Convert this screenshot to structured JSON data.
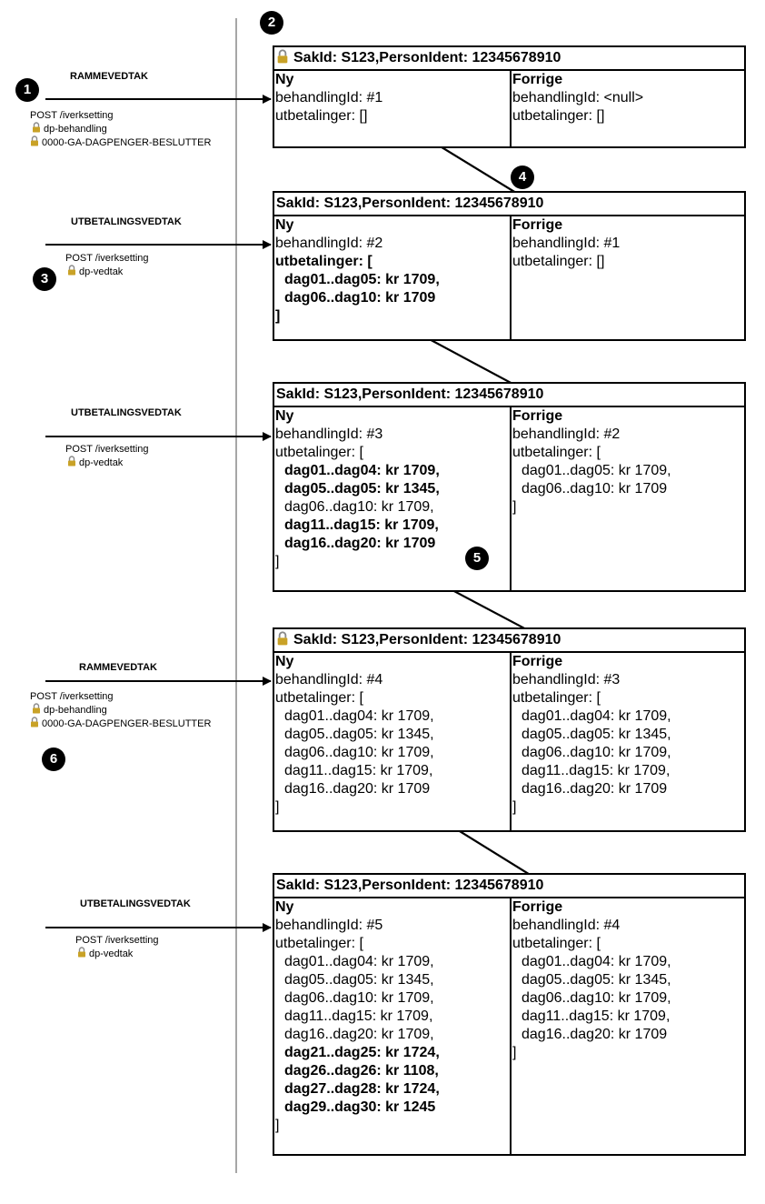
{
  "badges": [
    "1",
    "2",
    "3",
    "4",
    "5",
    "6"
  ],
  "colors": {
    "line": "#000000",
    "lock_body": "#c9a227",
    "lock_shackle": "#8a8a8a"
  },
  "icons": {
    "lock": "padlock-icon"
  },
  "events": [
    {
      "title": "RAMMEVEDTAK",
      "post": "POST /iverksetting",
      "roles": [
        "dp-behandling",
        "0000-GA-DAGPENGER-BESLUTTER"
      ]
    },
    {
      "title": "UTBETALINGSVEDTAK",
      "post": "POST /iverksetting",
      "roles": [
        "dp-vedtak"
      ]
    },
    {
      "title": "UTBETALINGSVEDTAK",
      "post": "POST /iverksetting",
      "roles": [
        "dp-vedtak"
      ]
    },
    {
      "title": "RAMMEVEDTAK",
      "post": "POST /iverksetting",
      "roles": [
        "dp-behandling",
        "0000-GA-DAGPENGER-BESLUTTER"
      ]
    },
    {
      "title": "UTBETALINGSVEDTAK",
      "post": "POST /iverksetting",
      "roles": [
        "dp-vedtak"
      ]
    }
  ],
  "boxes": [
    {
      "locked": true,
      "header": "SakId: S123,PersonIdent: 12345678910",
      "ny": {
        "title": "Ny",
        "lines": [
          {
            "t": "behandlingId: #1",
            "bold": false,
            "indent": false
          },
          {
            "t": "utbetalinger: []",
            "bold": false,
            "indent": false
          }
        ]
      },
      "forrige": {
        "title": "Forrige",
        "lines": [
          {
            "t": "behandlingId: <null>",
            "bold": false,
            "indent": false
          },
          {
            "t": "utbetalinger: []",
            "bold": false,
            "indent": false
          }
        ]
      }
    },
    {
      "locked": false,
      "header": "SakId: S123,PersonIdent: 12345678910",
      "ny": {
        "title": "Ny",
        "lines": [
          {
            "t": "behandlingId: #2",
            "bold": false,
            "indent": false
          },
          {
            "t": "utbetalinger: [",
            "bold": true,
            "indent": false
          },
          {
            "t": "dag01..dag05: kr 1709,",
            "bold": true,
            "indent": true
          },
          {
            "t": "dag06..dag10: kr 1709",
            "bold": true,
            "indent": true
          },
          {
            "t": "]",
            "bold": true,
            "indent": false
          }
        ]
      },
      "forrige": {
        "title": "Forrige",
        "lines": [
          {
            "t": "behandlingId: #1",
            "bold": false,
            "indent": false
          },
          {
            "t": "utbetalinger: []",
            "bold": false,
            "indent": false
          }
        ]
      }
    },
    {
      "locked": false,
      "header": "SakId: S123,PersonIdent: 12345678910",
      "ny": {
        "title": "Ny",
        "lines": [
          {
            "t": "behandlingId: #3",
            "bold": false,
            "indent": false
          },
          {
            "t": "utbetalinger: [",
            "bold": false,
            "indent": false
          },
          {
            "t": "dag01..dag04: kr 1709,",
            "bold": true,
            "indent": true
          },
          {
            "t": "dag05..dag05: kr 1345,",
            "bold": true,
            "indent": true
          },
          {
            "t": "dag06..dag10: kr 1709,",
            "bold": false,
            "indent": true
          },
          {
            "t": "dag11..dag15: kr 1709,",
            "bold": true,
            "indent": true
          },
          {
            "t": "dag16..dag20: kr 1709",
            "bold": true,
            "indent": true
          },
          {
            "t": "]",
            "bold": false,
            "indent": false
          }
        ]
      },
      "forrige": {
        "title": "Forrige",
        "lines": [
          {
            "t": "behandlingId: #2",
            "bold": false,
            "indent": false
          },
          {
            "t": "utbetalinger: [",
            "bold": false,
            "indent": false
          },
          {
            "t": "dag01..dag05: kr 1709,",
            "bold": false,
            "indent": true
          },
          {
            "t": "dag06..dag10: kr 1709",
            "bold": false,
            "indent": true
          },
          {
            "t": "]",
            "bold": false,
            "indent": false
          }
        ]
      }
    },
    {
      "locked": true,
      "header": "SakId: S123,PersonIdent: 12345678910",
      "ny": {
        "title": "Ny",
        "lines": [
          {
            "t": "behandlingId: #4",
            "bold": false,
            "indent": false
          },
          {
            "t": "utbetalinger: [",
            "bold": false,
            "indent": false
          },
          {
            "t": "dag01..dag04: kr 1709,",
            "bold": false,
            "indent": true
          },
          {
            "t": "dag05..dag05: kr 1345,",
            "bold": false,
            "indent": true
          },
          {
            "t": "dag06..dag10: kr 1709,",
            "bold": false,
            "indent": true
          },
          {
            "t": "dag11..dag15: kr 1709,",
            "bold": false,
            "indent": true
          },
          {
            "t": "dag16..dag20: kr 1709",
            "bold": false,
            "indent": true
          },
          {
            "t": "]",
            "bold": false,
            "indent": false
          }
        ]
      },
      "forrige": {
        "title": "Forrige",
        "lines": [
          {
            "t": "behandlingId: #3",
            "bold": false,
            "indent": false
          },
          {
            "t": "utbetalinger: [",
            "bold": false,
            "indent": false
          },
          {
            "t": "dag01..dag04: kr 1709,",
            "bold": false,
            "indent": true
          },
          {
            "t": "dag05..dag05: kr 1345,",
            "bold": false,
            "indent": true
          },
          {
            "t": "dag06..dag10: kr 1709,",
            "bold": false,
            "indent": true
          },
          {
            "t": "dag11..dag15: kr 1709,",
            "bold": false,
            "indent": true
          },
          {
            "t": "dag16..dag20: kr 1709",
            "bold": false,
            "indent": true
          },
          {
            "t": "]",
            "bold": false,
            "indent": false
          }
        ]
      }
    },
    {
      "locked": false,
      "header": "SakId: S123,PersonIdent: 12345678910",
      "ny": {
        "title": "Ny",
        "lines": [
          {
            "t": "behandlingId: #5",
            "bold": false,
            "indent": false
          },
          {
            "t": "utbetalinger: [",
            "bold": false,
            "indent": false
          },
          {
            "t": "dag01..dag04: kr 1709,",
            "bold": false,
            "indent": true
          },
          {
            "t": "dag05..dag05: kr 1345,",
            "bold": false,
            "indent": true
          },
          {
            "t": "dag06..dag10: kr 1709,",
            "bold": false,
            "indent": true
          },
          {
            "t": "dag11..dag15: kr 1709,",
            "bold": false,
            "indent": true
          },
          {
            "t": "dag16..dag20: kr 1709,",
            "bold": false,
            "indent": true
          },
          {
            "t": "dag21..dag25: kr 1724,",
            "bold": true,
            "indent": true
          },
          {
            "t": "dag26..dag26: kr 1108,",
            "bold": true,
            "indent": true
          },
          {
            "t": "dag27..dag28: kr 1724,",
            "bold": true,
            "indent": true
          },
          {
            "t": "dag29..dag30: kr 1245",
            "bold": true,
            "indent": true
          },
          {
            "t": "]",
            "bold": false,
            "indent": false
          }
        ]
      },
      "forrige": {
        "title": "Forrige",
        "lines": [
          {
            "t": "behandlingId: #4",
            "bold": false,
            "indent": false
          },
          {
            "t": "utbetalinger: [",
            "bold": false,
            "indent": false
          },
          {
            "t": "dag01..dag04: kr 1709,",
            "bold": false,
            "indent": true
          },
          {
            "t": "dag05..dag05: kr 1345,",
            "bold": false,
            "indent": true
          },
          {
            "t": "dag06..dag10: kr 1709,",
            "bold": false,
            "indent": true
          },
          {
            "t": "dag11..dag15: kr 1709,",
            "bold": false,
            "indent": true
          },
          {
            "t": "dag16..dag20: kr 1709",
            "bold": false,
            "indent": true
          },
          {
            "t": "]",
            "bold": false,
            "indent": false
          }
        ]
      }
    }
  ]
}
